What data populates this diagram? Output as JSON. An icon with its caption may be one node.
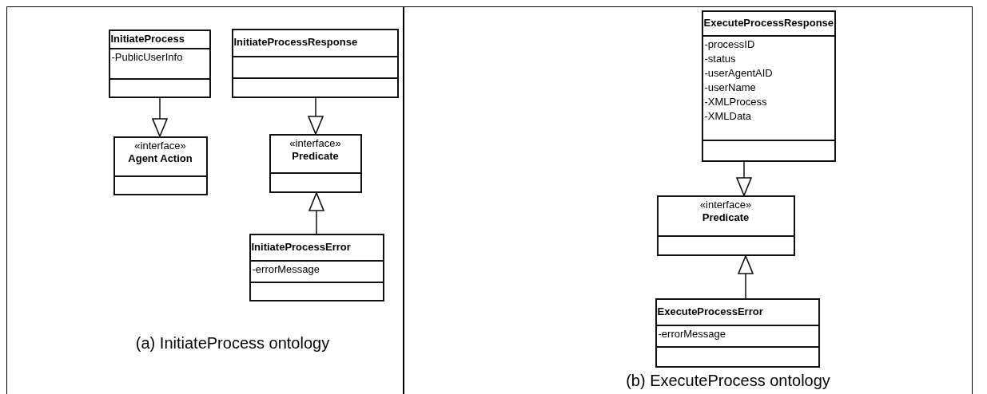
{
  "diagram": {
    "nodes": [
      {
        "text": [
          "(a) InitiateProcess ontology"
        ]
      },
      {
        "text": [
          "InitiateProcess",
          "-PublicUserInfo"
        ],
        "in": 0
      },
      {
        "text": [
          "«interface»",
          "Agent Action"
        ],
        "in": 0
      },
      {
        "text": [
          "InitiateProcessResponse"
        ],
        "in": 0
      },
      {
        "text": [
          "«interface»",
          "Predicate"
        ],
        "in": 0
      },
      {
        "text": [
          "InitiateProcessError",
          "-errorMessage"
        ],
        "in": 0
      },
      {
        "text": [
          "(b) ExecuteProcess ontology"
        ]
      },
      {
        "text": [
          "ExecuteProcessResponse",
          "-processID",
          "-status",
          "-userAgentAID",
          "-userName",
          "-XMLProcess",
          "-XMLData"
        ],
        "in": 6
      },
      {
        "text": [
          "«interface»",
          "Predicate"
        ],
        "in": 6
      },
      {
        "text": [
          "ExecuteProcessError",
          "-errorMessage"
        ],
        "in": 6
      }
    ],
    "edges": [
      {
        "from": 1,
        "to": 2,
        "arrow": "to"
      },
      {
        "from": 3,
        "to": 4,
        "arrow": "to"
      },
      {
        "from": 5,
        "to": 4,
        "arrow": "to"
      },
      {
        "from": 7,
        "to": 8,
        "arrow": "to"
      },
      {
        "from": 9,
        "to": 8,
        "arrow": "to"
      }
    ]
  }
}
